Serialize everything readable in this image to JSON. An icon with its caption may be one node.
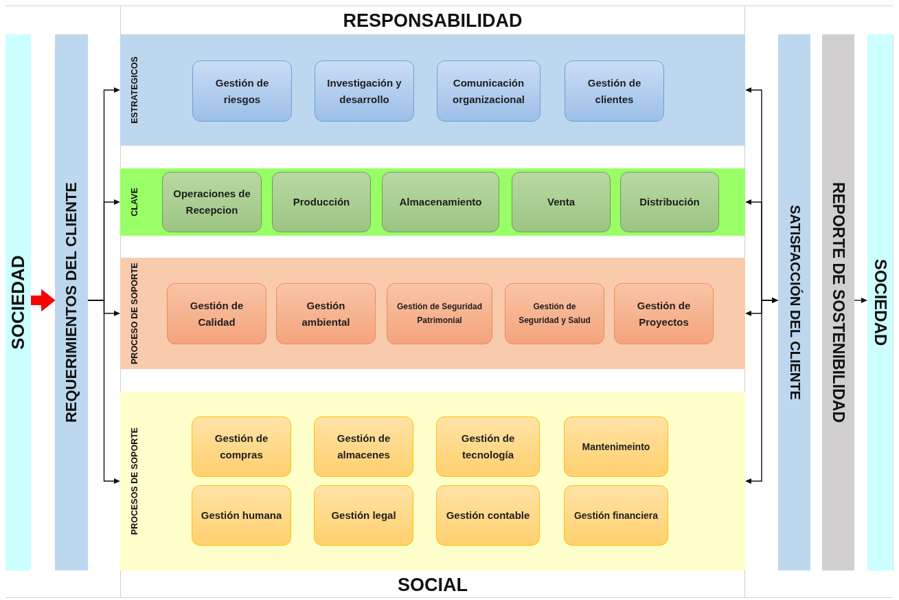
{
  "diagram": {
    "nodes": [
      {
        "text": [
          "SOCIEDAD"
        ]
      },
      {
        "text": [
          "REQUERIMIENTOS DEL CLIENTE"
        ]
      },
      {
        "text": [
          "ESTRATEGICOS"
        ]
      },
      {
        "text": [
          "Gestión de riesgos"
        ],
        "in": 2
      },
      {
        "text": [
          "Investigación y desarrollo"
        ],
        "in": 2
      },
      {
        "text": [
          "Comunicación organizacional"
        ],
        "in": 2
      },
      {
        "text": [
          "Gestión de clientes"
        ],
        "in": 2
      },
      {
        "text": [
          "CLAVE"
        ]
      },
      {
        "text": [
          "Operaciones de Recepcion"
        ],
        "in": 7
      },
      {
        "text": [
          "Producción"
        ],
        "in": 7
      },
      {
        "text": [
          "Almacenamiento"
        ],
        "in": 7
      },
      {
        "text": [
          "Venta"
        ],
        "in": 7
      },
      {
        "text": [
          "Distribución"
        ],
        "in": 7
      },
      {
        "text": [
          "PROCESO DE SOPORTE"
        ]
      },
      {
        "text": [
          "Gestión de Calidad"
        ],
        "in": 13
      },
      {
        "text": [
          "Gestión ambiental"
        ],
        "in": 13
      },
      {
        "text": [
          "Gestión de Seguridad Patrimonial"
        ],
        "in": 13
      },
      {
        "text": [
          "Gestión de Seguridad y Salud"
        ],
        "in": 13
      },
      {
        "text": [
          "Gestión de Proyectos"
        ],
        "in": 13
      },
      {
        "text": [
          "PROCESOS DE SOPORTE"
        ]
      },
      {
        "text": [
          "Gestión de compras"
        ],
        "in": 19
      },
      {
        "text": [
          "Gestión de almacenes"
        ],
        "in": 19
      },
      {
        "text": [
          "Gestión de tecnología"
        ],
        "in": 19
      },
      {
        "text": [
          "Mantenimeinto"
        ],
        "in": 19
      },
      {
        "text": [
          "Gestión humana"
        ],
        "in": 19
      },
      {
        "text": [
          "Gestión legal"
        ],
        "in": 19
      },
      {
        "text": [
          "Gestión contable"
        ],
        "in": 19
      },
      {
        "text": [
          "Gestión financiera"
        ],
        "in": 19
      },
      {
        "text": [
          "SATISFACCIÓN DEL CLIENTE"
        ]
      },
      {
        "text": [
          "REPORTE DE SOSTENIBILIDAD"
        ]
      },
      {
        "text": [
          "SOCIEDAD"
        ]
      }
    ],
    "edges": [
      {
        "from": 0,
        "to": 1,
        "arrow": "to",
        "style": "thick",
        "color": "#ff0000"
      },
      {
        "from": 1,
        "to": 2,
        "arrow": "to"
      },
      {
        "from": 1,
        "to": 7,
        "arrow": "to"
      },
      {
        "from": 1,
        "to": 13,
        "arrow": "to"
      },
      {
        "from": 1,
        "to": 19,
        "arrow": "to"
      },
      {
        "from": 28,
        "to": 2,
        "arrow": "both"
      },
      {
        "from": 28,
        "to": 7,
        "arrow": "both"
      },
      {
        "from": 28,
        "to": 13,
        "arrow": "both"
      },
      {
        "from": 28,
        "to": 19,
        "arrow": "both"
      },
      {
        "from": 29,
        "to": 30,
        "arrow": "to"
      }
    ],
    "labels": [
      "RESPONSABILIDAD",
      "SOCIAL"
    ]
  }
}
